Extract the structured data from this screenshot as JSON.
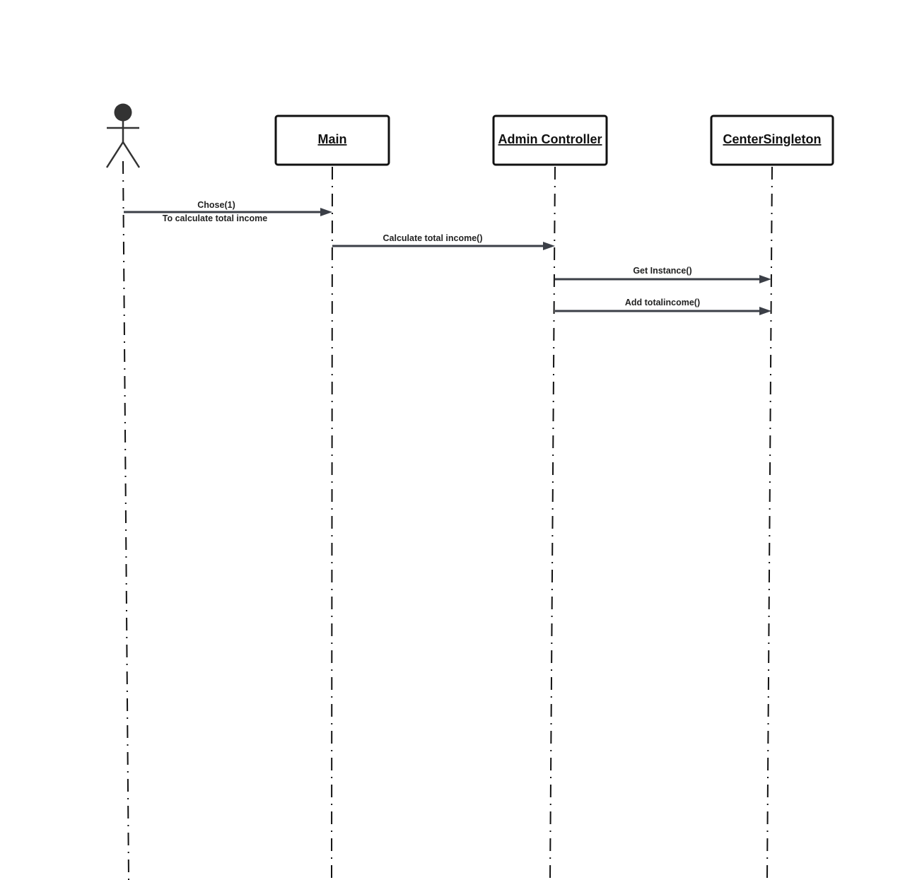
{
  "diagram": {
    "type": "sequence",
    "actor": {
      "label": ""
    },
    "participants": [
      {
        "id": "main",
        "label": "Main"
      },
      {
        "id": "admin",
        "label": "Admin Controller"
      },
      {
        "id": "center",
        "label": "CenterSingleton"
      }
    ],
    "messages": [
      {
        "from": "actor",
        "to": "main",
        "label": "Chose(1)",
        "sublabel": "To calculate total income"
      },
      {
        "from": "main",
        "to": "admin",
        "label": "Calculate total income()",
        "sublabel": ""
      },
      {
        "from": "admin",
        "to": "center",
        "label": "Get Instance()",
        "sublabel": ""
      },
      {
        "from": "admin",
        "to": "center",
        "label": "Add totalincome()",
        "sublabel": ""
      }
    ],
    "colors": {
      "line": "#111111",
      "arrow": "#3b3f47",
      "actor": "#333333"
    }
  }
}
